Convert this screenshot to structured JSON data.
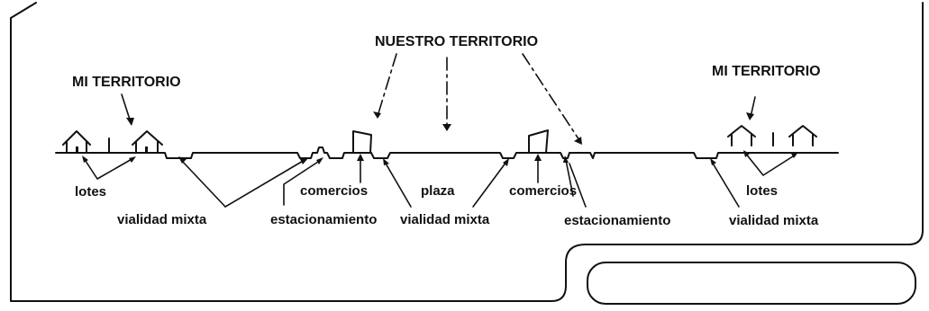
{
  "labels": {
    "nuestro_territorio": "NUESTRO TERRITORIO",
    "mi_territorio_left": "MI TERRITORIO",
    "mi_territorio_right": "MI TERRITORIO",
    "lotes_left": "lotes",
    "lotes_right": "lotes",
    "comercios_left": "comercios",
    "comercios_right": "comercios",
    "plaza": "plaza",
    "vialidad_mixta_left": "vialidad mixta",
    "vialidad_mixta_center": "vialidad mixta",
    "vialidad_mixta_right": "vialidad mixta",
    "estacionamiento_left": "estacionamiento",
    "estacionamiento_right": "estacionamiento"
  },
  "colors": {
    "ink": "#111111",
    "paper": "#ffffff"
  }
}
